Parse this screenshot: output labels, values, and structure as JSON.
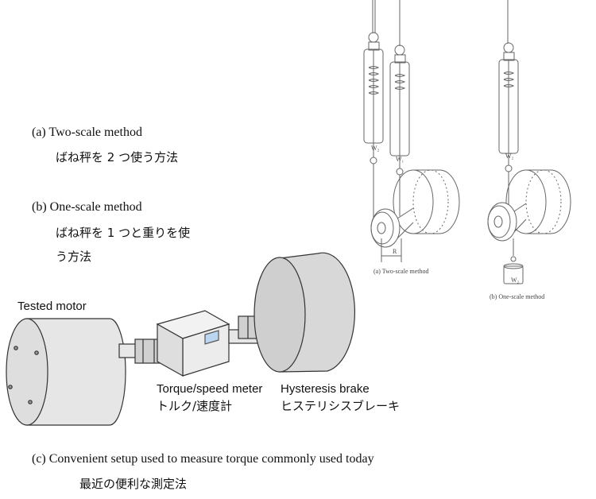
{
  "methods": {
    "a": {
      "label_en": "(a)  Two-scale method",
      "label_jp": "ばね秤を 2 つ使う方法"
    },
    "b": {
      "label_en": "(b)  One-scale method",
      "label_jp_line1": "ばね秤を 1 つと重りを使",
      "label_jp_line2": "う方法"
    },
    "c": {
      "label_en": "(c)  Convenient setup used to measure torque commonly used today",
      "label_jp": "最近の便利な測定法"
    }
  },
  "components": {
    "tested_motor": "Tested motor",
    "meter_en": "Torque/speed meter",
    "meter_jp": "トルク/速度計",
    "brake_en": "Hysteresis brake",
    "brake_jp": "ヒステリシスブレーキ"
  },
  "scan_figures": {
    "caption_a": "(a) Two-scale method",
    "caption_b": "(b) One-scale method",
    "w2": "W₂",
    "w1": "W₁",
    "r": "R"
  }
}
